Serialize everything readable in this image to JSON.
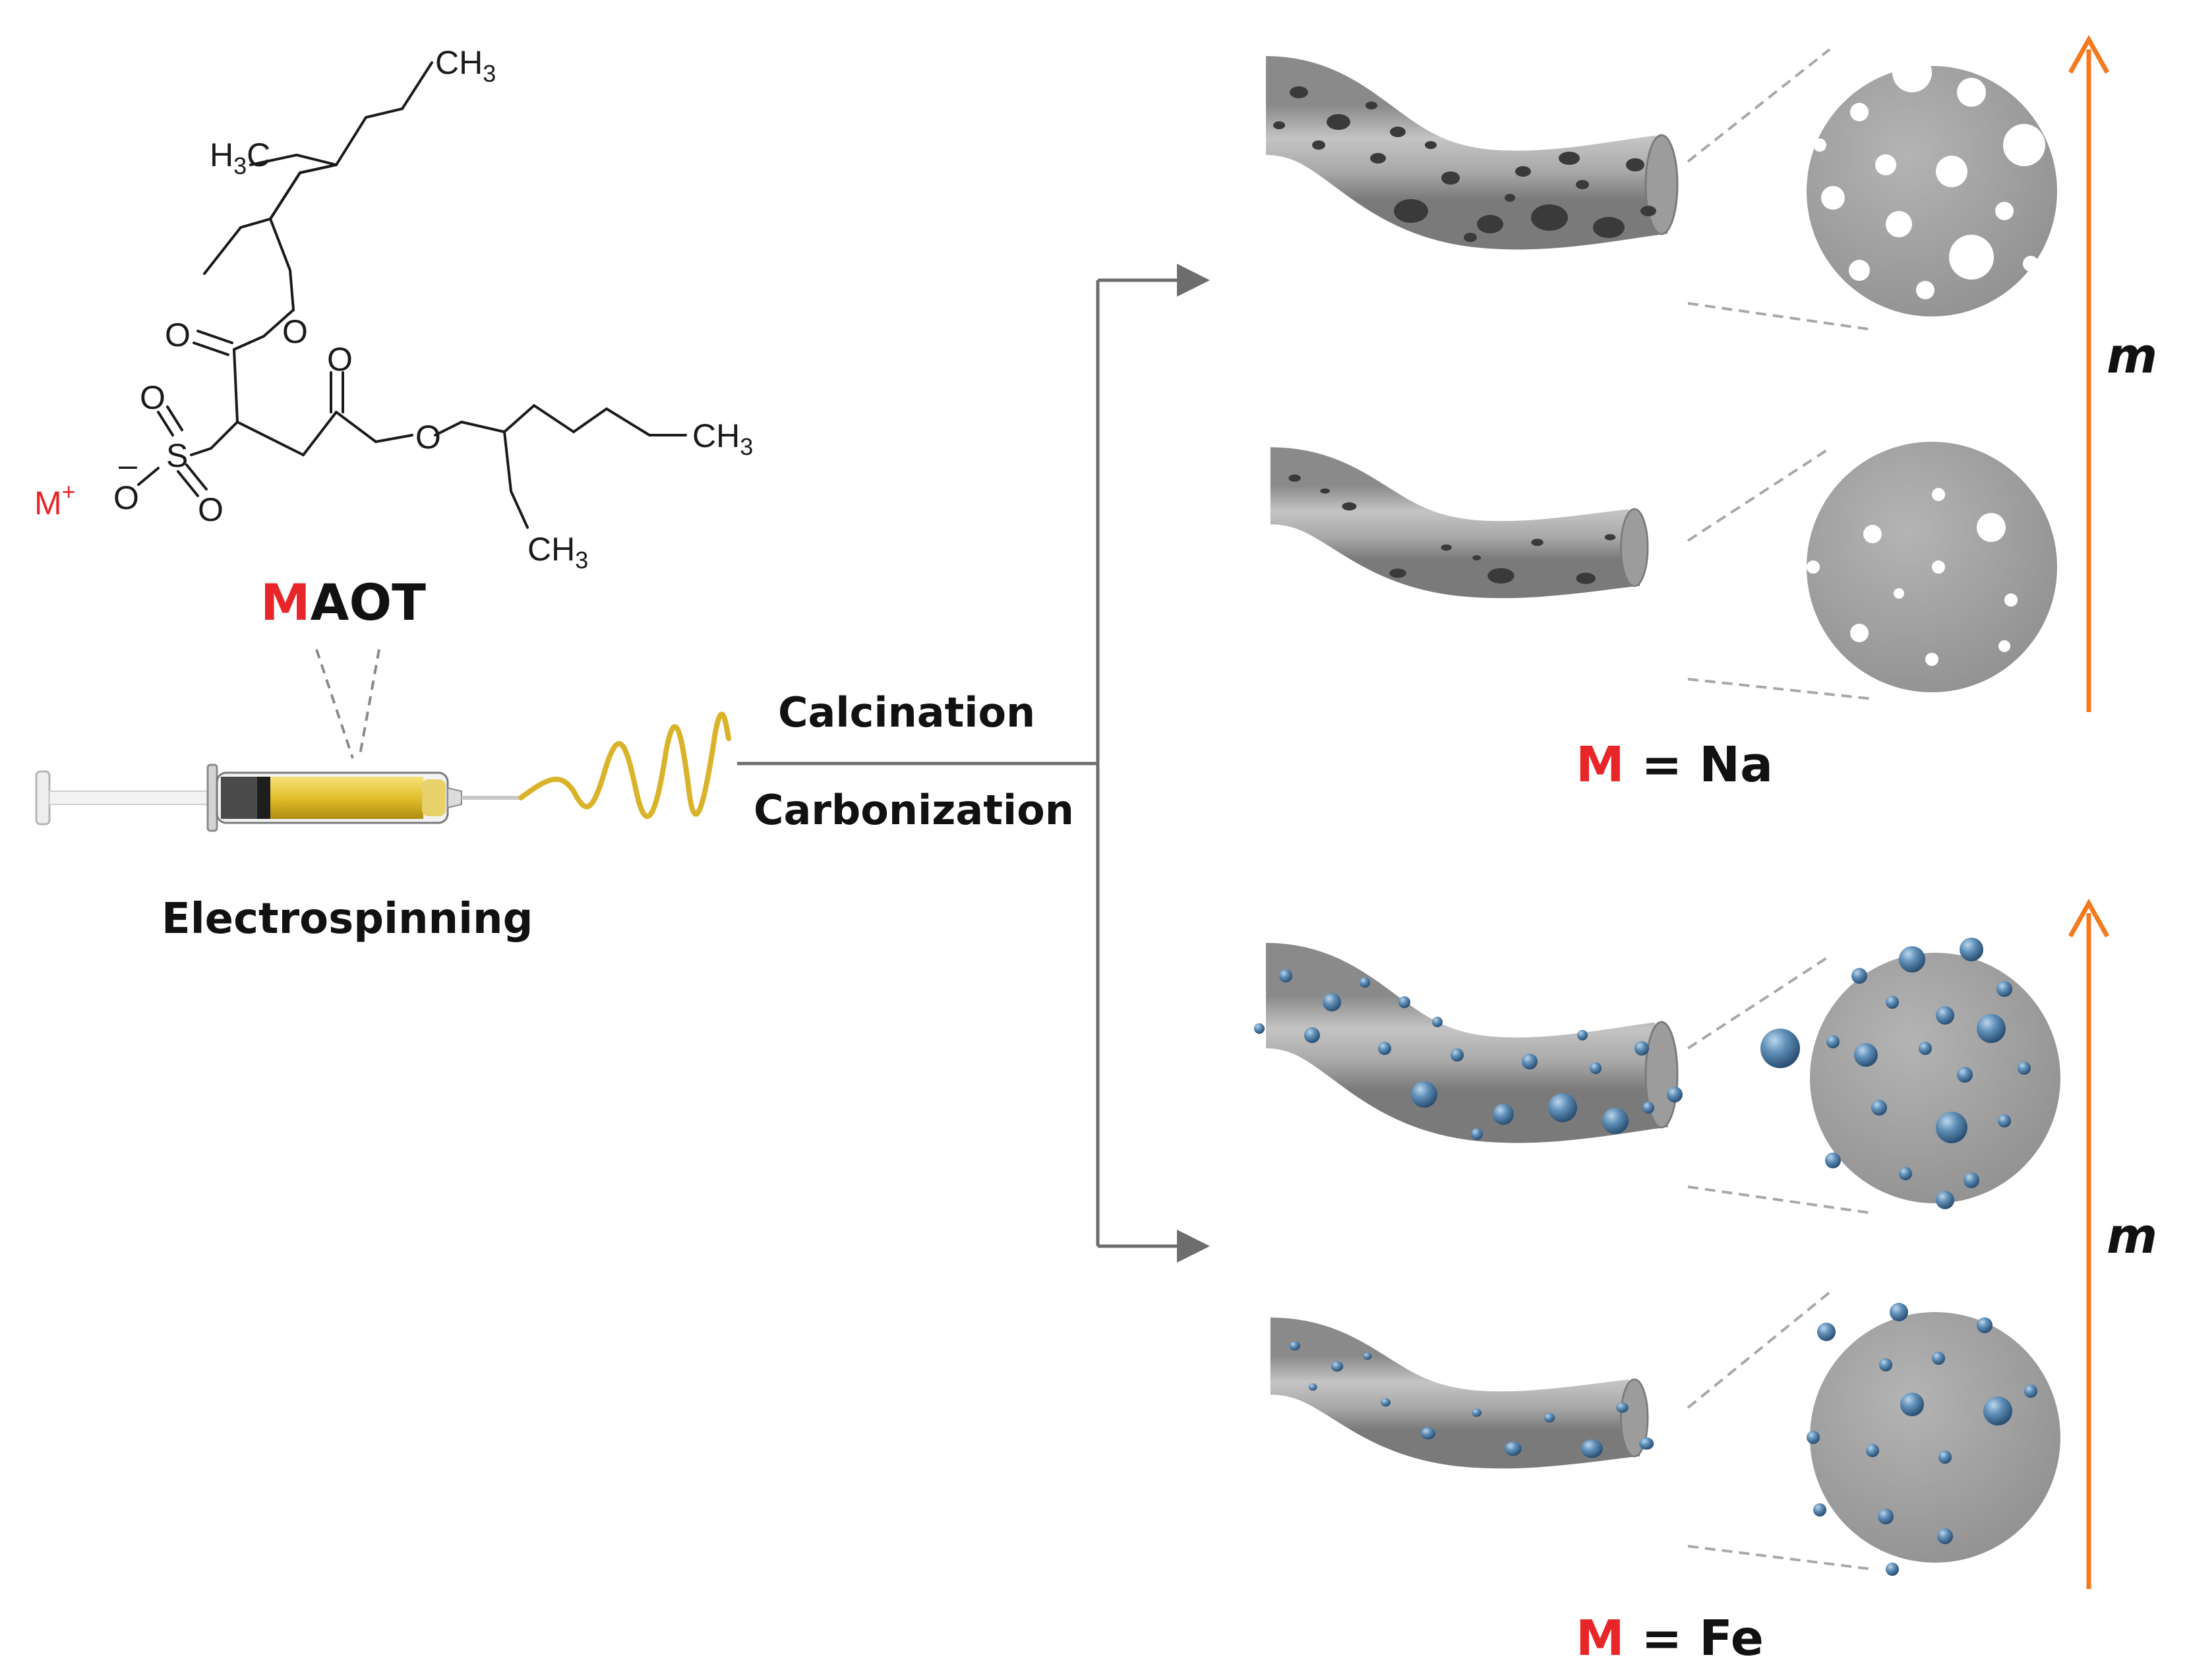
{
  "molecule": {
    "ch3_top": "CH",
    "ch3_top_sub": "3",
    "h3c_left": "H",
    "h3c_left_sub": "3",
    "h3c_left_c": "C",
    "o_carbonyl_1": "O",
    "o_ester_1": "O",
    "o_carbonyl_2": "O",
    "o_ester_2": "O",
    "s_atom": "S",
    "o_sulfonyl_top": "O",
    "o_sulfonyl_bottom": "O",
    "o_sulfonate": "O",
    "minus_sign": "–",
    "ch3_right": "CH",
    "ch3_right_sub": "3",
    "ch3_bottom": "CH",
    "ch3_bottom_sub": "3",
    "counterion_m": "M",
    "counterion_plus": "+"
  },
  "maot_label": {
    "prefix": "M",
    "rest": "AOT"
  },
  "electrospinning_label": "Electrospinning",
  "process": {
    "top": "Calcination",
    "bottom": "Carbonization"
  },
  "group_na": {
    "prefix": "M",
    "rest": " = Na"
  },
  "group_fe": {
    "prefix": "M",
    "rest": " = Fe"
  },
  "axis_label_top": "m",
  "axis_label_bottom": "m",
  "colors": {
    "accent_red": "#e8262a",
    "arrow_orange": "#f47a20",
    "fiber_gray": "#a4a4a4",
    "particle_blue": "#4d7ca4",
    "syringe_yellow": "#e2c02c"
  }
}
